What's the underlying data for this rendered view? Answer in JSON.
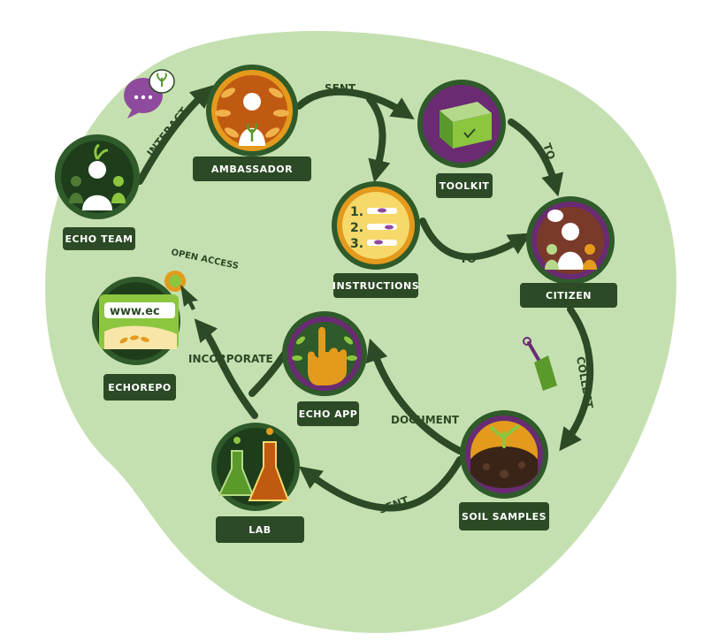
{
  "nodes": {
    "echo_team": "ECHO TEAM",
    "ambassador": "AMBASSADOR",
    "toolkit": "TOOLKIT",
    "instructions": "INSTRUCTIONS",
    "citizen": "CITIZEN",
    "echorepo": "ECHOREPO",
    "echo_app": "ECHO APP",
    "soil_samples": "SOIL SAMPLES",
    "lab": "LAB"
  },
  "edges": {
    "interact": "INTERACT",
    "sent_top": "SENT",
    "to_top": "TO",
    "to_mid": "TO",
    "collect": "COLLECT",
    "document": "DOCUMENT",
    "sent_bottom": "SENT",
    "incorporate": "INCORPORATE",
    "open_access": "OPEN ACCESS"
  },
  "echorepo_screen_text": "www.ec",
  "colors": {
    "blob": "#c5e0b0",
    "dark_green": "#2b4a25",
    "ring_green": "#2f5a2a",
    "ring_orange": "#e49a1c",
    "ring_purple": "#6a2b73",
    "leaf_green": "#8cc63f",
    "accent_orange": "#f0a020"
  }
}
